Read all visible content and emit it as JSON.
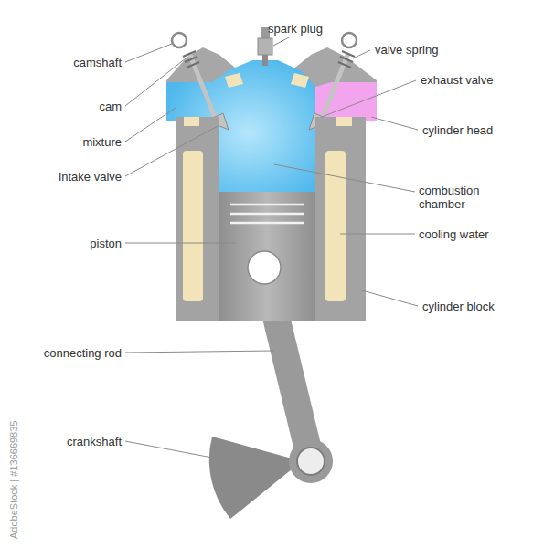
{
  "diagram": {
    "labels": [
      "camshaft",
      "cam",
      "mixture",
      "intake valve",
      "piston",
      "connecting rod",
      "crankshaft",
      "spark plug",
      "valve spring",
      "exhaust valve",
      "cylinder head",
      "combustion chamber",
      "cooling water",
      "cylinder block",
      "AdobeStock | #136669835"
    ]
  }
}
